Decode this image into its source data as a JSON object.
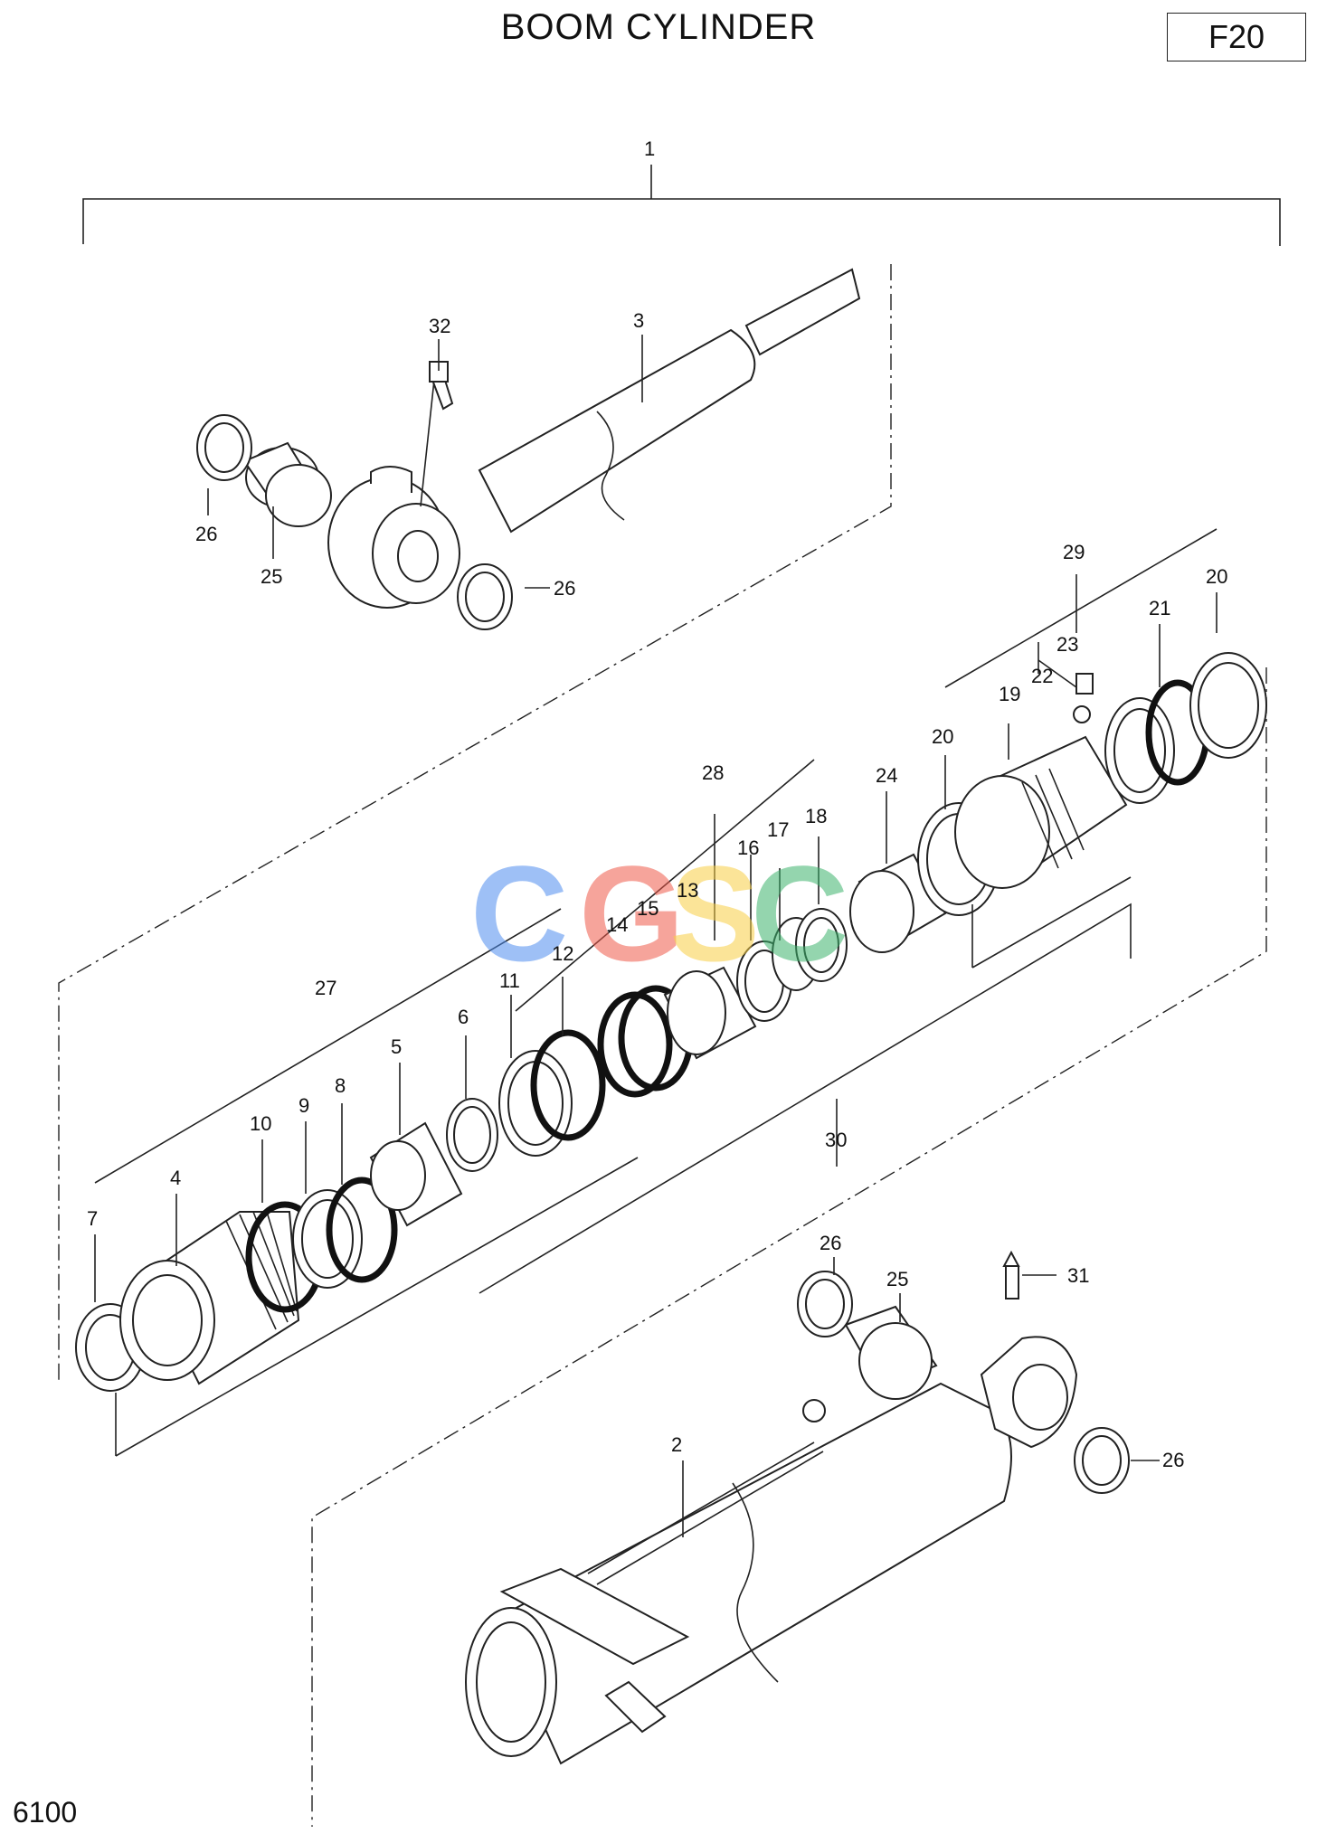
{
  "title": "BOOM CYLINDER",
  "figure_code": "F20",
  "page_number": "6100",
  "watermark": [
    "C",
    "G",
    "S",
    "C"
  ],
  "callouts": [
    "1",
    "2",
    "3",
    "4",
    "5",
    "6",
    "7",
    "8",
    "9",
    "10",
    "11",
    "12",
    "13",
    "14",
    "15",
    "16",
    "17",
    "18",
    "19",
    "20",
    "20",
    "21",
    "22",
    "23",
    "24",
    "25",
    "25",
    "26",
    "26",
    "26",
    "26",
    "27",
    "28",
    "29",
    "30",
    "31",
    "32"
  ],
  "colors": {
    "line": "#222222",
    "watermark_blue": "#4f8ef0",
    "watermark_red": "#ef5a4b",
    "watermark_yellow": "#f8cf45",
    "watermark_green": "#3db46d"
  }
}
